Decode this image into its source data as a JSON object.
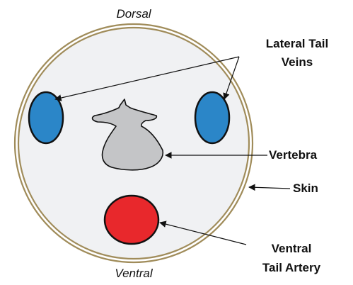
{
  "labels": {
    "dorsal": "Dorsal",
    "ventral": "Ventral",
    "lateral_tail_veins_line1": "Lateral Tail",
    "lateral_tail_veins_line2": "Veins",
    "vertebra": "Vertebra",
    "skin": "Skin",
    "ventral_tail_artery_line1": "Ventral",
    "ventral_tail_artery_line2": "Tail Artery"
  },
  "colors": {
    "skin_ring": "#a08c5a",
    "tissue_fill": "#f0f1f3",
    "vein_fill": "#2b86c8",
    "vertebra_fill": "#c4c5c7",
    "artery_fill": "#e8282c",
    "outline": "#111111"
  }
}
